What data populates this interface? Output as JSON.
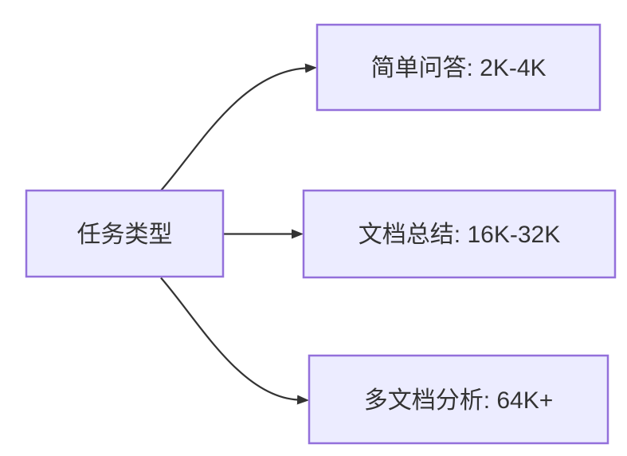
{
  "diagram": {
    "type": "flowchart",
    "direction": "left-to-right",
    "background": "#ffffff",
    "colors": {
      "node_fill": "#ECECFF",
      "node_border": "#9370DB",
      "edge": "#333333",
      "text": "#333333"
    },
    "nodes": [
      {
        "id": "task-type",
        "label": "任务类型"
      },
      {
        "id": "simple-qa",
        "label": "简单问答: 2K-4K"
      },
      {
        "id": "doc-summary",
        "label": "文档总结: 16K-32K"
      },
      {
        "id": "multi-doc",
        "label": "多文档分析: 64K+"
      }
    ],
    "edges": [
      {
        "from": "task-type",
        "to": "simple-qa"
      },
      {
        "from": "task-type",
        "to": "doc-summary"
      },
      {
        "from": "task-type",
        "to": "multi-doc"
      }
    ]
  }
}
